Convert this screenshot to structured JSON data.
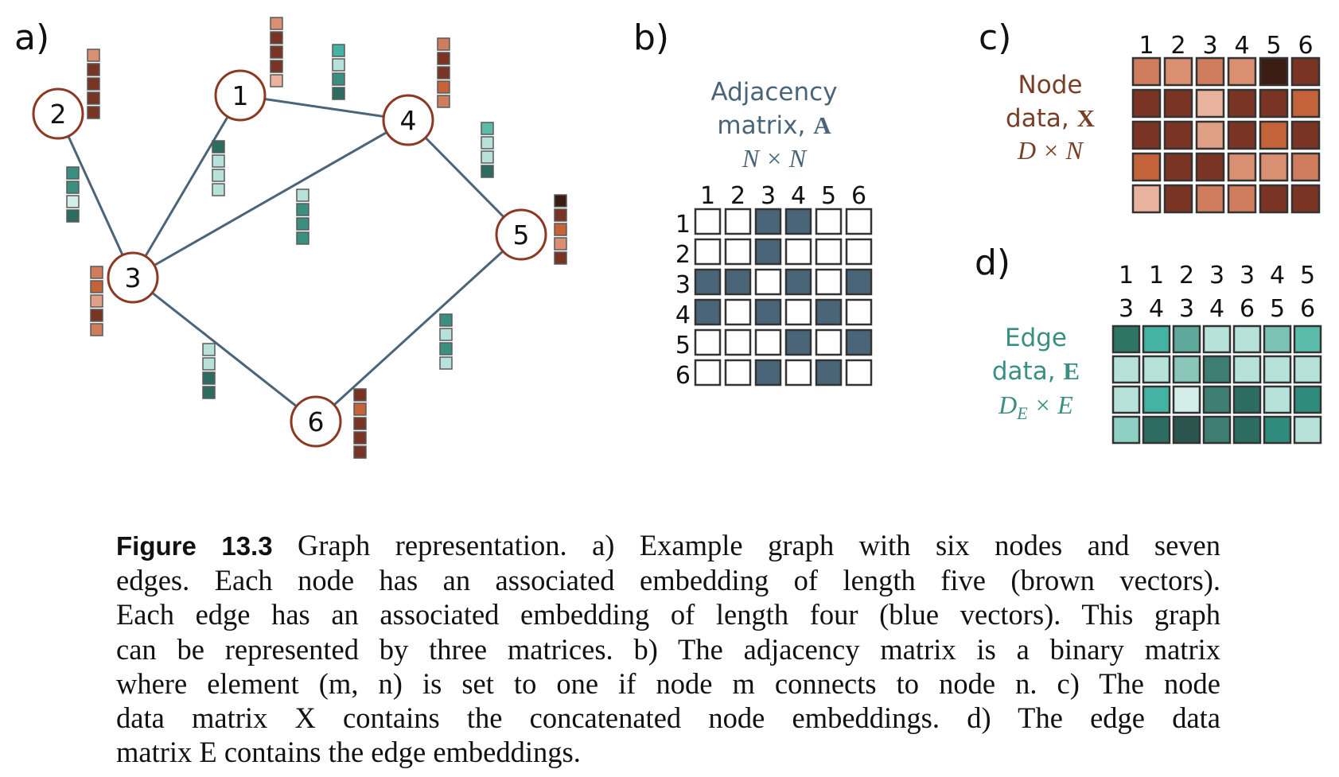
{
  "panels": {
    "a": {
      "label": "a)"
    },
    "b": {
      "label": "b)"
    },
    "c": {
      "label": "c)"
    },
    "d": {
      "label": "d)"
    }
  },
  "graph": {
    "nodes": [
      "1",
      "2",
      "3",
      "4",
      "5",
      "6"
    ],
    "edges": [
      [
        "1",
        "3"
      ],
      [
        "1",
        "4"
      ],
      [
        "2",
        "3"
      ],
      [
        "3",
        "4"
      ],
      [
        "3",
        "6"
      ],
      [
        "4",
        "5"
      ],
      [
        "5",
        "6"
      ]
    ]
  },
  "adjacency": {
    "title_line1": "Adjacency",
    "title_line2_text": "matrix, ",
    "title_line2_symbol": "A",
    "dims": "N × N",
    "col_labels": [
      "1",
      "2",
      "3",
      "4",
      "5",
      "6"
    ],
    "row_labels": [
      "1",
      "2",
      "3",
      "4",
      "5",
      "6"
    ],
    "matrix": [
      [
        0,
        0,
        1,
        1,
        0,
        0
      ],
      [
        0,
        0,
        1,
        0,
        0,
        0
      ],
      [
        1,
        1,
        0,
        1,
        0,
        1
      ],
      [
        1,
        0,
        1,
        0,
        1,
        0
      ],
      [
        0,
        0,
        0,
        1,
        0,
        1
      ],
      [
        0,
        0,
        1,
        0,
        1,
        0
      ]
    ],
    "fill_color": "#4a6478",
    "empty_color": "#ffffff"
  },
  "node_data": {
    "title_line1": "Node",
    "title_line2_text": "data, ",
    "title_line2_symbol": "X",
    "dims": "D × N",
    "col_labels": [
      "1",
      "2",
      "3",
      "4",
      "5",
      "6"
    ],
    "matrix_colors": [
      [
        "#cf7d5c",
        "#d98f72",
        "#cf7d5c",
        "#d98f72",
        "#3c1d14",
        "#7a3424"
      ],
      [
        "#7a3424",
        "#7a3424",
        "#e9b29c",
        "#7a3424",
        "#7a3424",
        "#c4623a"
      ],
      [
        "#7a3424",
        "#7a3424",
        "#dfa085",
        "#7a3424",
        "#c4623a",
        "#7a3424"
      ],
      [
        "#c4623a",
        "#7a3424",
        "#7a3424",
        "#d98f72",
        "#d98f72",
        "#cf7d5c"
      ],
      [
        "#e9b29c",
        "#7a3424",
        "#cf7d5c",
        "#cf7d5c",
        "#7a3424",
        "#7a3424"
      ]
    ],
    "title_color": "#7a3e26"
  },
  "edge_data": {
    "title_line1": "Edge",
    "title_line2_text": "data, ",
    "title_line2_symbol": "E",
    "dims_base": "D",
    "dims_sub": "E",
    "dims_rest": " × E",
    "col_labels_top": [
      "1",
      "1",
      "2",
      "3",
      "3",
      "4",
      "5"
    ],
    "col_labels_bottom": [
      "3",
      "4",
      "3",
      "4",
      "6",
      "5",
      "6"
    ],
    "matrix_colors": [
      [
        "#2e7566",
        "#45b3a3",
        "#5fa99c",
        "#b7e2da",
        "#b7e2da",
        "#7cc3b6",
        "#5cbcaa"
      ],
      [
        "#b7e2da",
        "#b7e2da",
        "#8ac6ba",
        "#3e7e72",
        "#b7e2da",
        "#b7e2da",
        "#b7e2da"
      ],
      [
        "#b7e2da",
        "#45b3a3",
        "#d3ede8",
        "#3e7e72",
        "#2d6c61",
        "#b7e2da",
        "#2f8b7b"
      ],
      [
        "#8fd0c4",
        "#2d6c61",
        "#2a544d",
        "#3e7e72",
        "#2d6c61",
        "#2f8b7b",
        "#b7e2da"
      ]
    ],
    "title_color": "#3a8f80"
  },
  "node_vectors": {
    "1": [
      "#d98f72",
      "#7a3424",
      "#7a3424",
      "#7a3424",
      "#e9b29c"
    ],
    "2": [
      "#d98f72",
      "#7a3424",
      "#7a3424",
      "#7a3424",
      "#7a3424"
    ],
    "3": [
      "#cf7d5c",
      "#c4623a",
      "#dfa085",
      "#7a3424",
      "#cf7d5c"
    ],
    "4": [
      "#cf7d5c",
      "#7a3424",
      "#7a3424",
      "#c4623a",
      "#cf7d5c"
    ],
    "5": [
      "#3c1d14",
      "#7a3424",
      "#c4623a",
      "#d98f72",
      "#7a3424"
    ],
    "6": [
      "#7a3424",
      "#c4623a",
      "#7a3424",
      "#7a3424",
      "#7a3424"
    ]
  },
  "edge_vectors": {
    "1-3": [
      "#2d6c61",
      "#b7e2da",
      "#b7e2da",
      "#b7e2da"
    ],
    "1-4": [
      "#45b3a3",
      "#b7e2da",
      "#3a8f80",
      "#2d6c61"
    ],
    "2-3": [
      "#3a8f80",
      "#3a8f80",
      "#d3ede8",
      "#2d6c61"
    ],
    "3-4": [
      "#b7e2da",
      "#3a8f80",
      "#3a8f80",
      "#3a8f80"
    ],
    "3-6": [
      "#b7e2da",
      "#b7e2da",
      "#2d6c61",
      "#2d6c61"
    ],
    "4-5": [
      "#5cbcaa",
      "#b7e2da",
      "#b7e2da",
      "#2d6c61"
    ],
    "5-6": [
      "#3a8f80",
      "#b7e2da",
      "#3a8f80",
      "#b7e2da"
    ]
  },
  "colors": {
    "node_stroke": "#8a3a22",
    "edge_line": "#4a6478",
    "adj_title": "#4a6478"
  },
  "caption": {
    "label": "Figure 13.3",
    "lines": [
      " Graph representation.  a) Example graph with six nodes and seven",
      "edges.  Each node has an associated embedding of length five (brown vectors).",
      "Each edge has an associated embedding of length four (blue vectors).  This graph",
      "can be represented by three matrices.  b) The adjacency matrix is a binary matrix",
      "where element (m, n) is set to one if node m connects to node n.  c) The node",
      "data matrix X contains the concatenated node embeddings.  d) The edge data",
      "matrix E contains the edge embeddings."
    ]
  }
}
